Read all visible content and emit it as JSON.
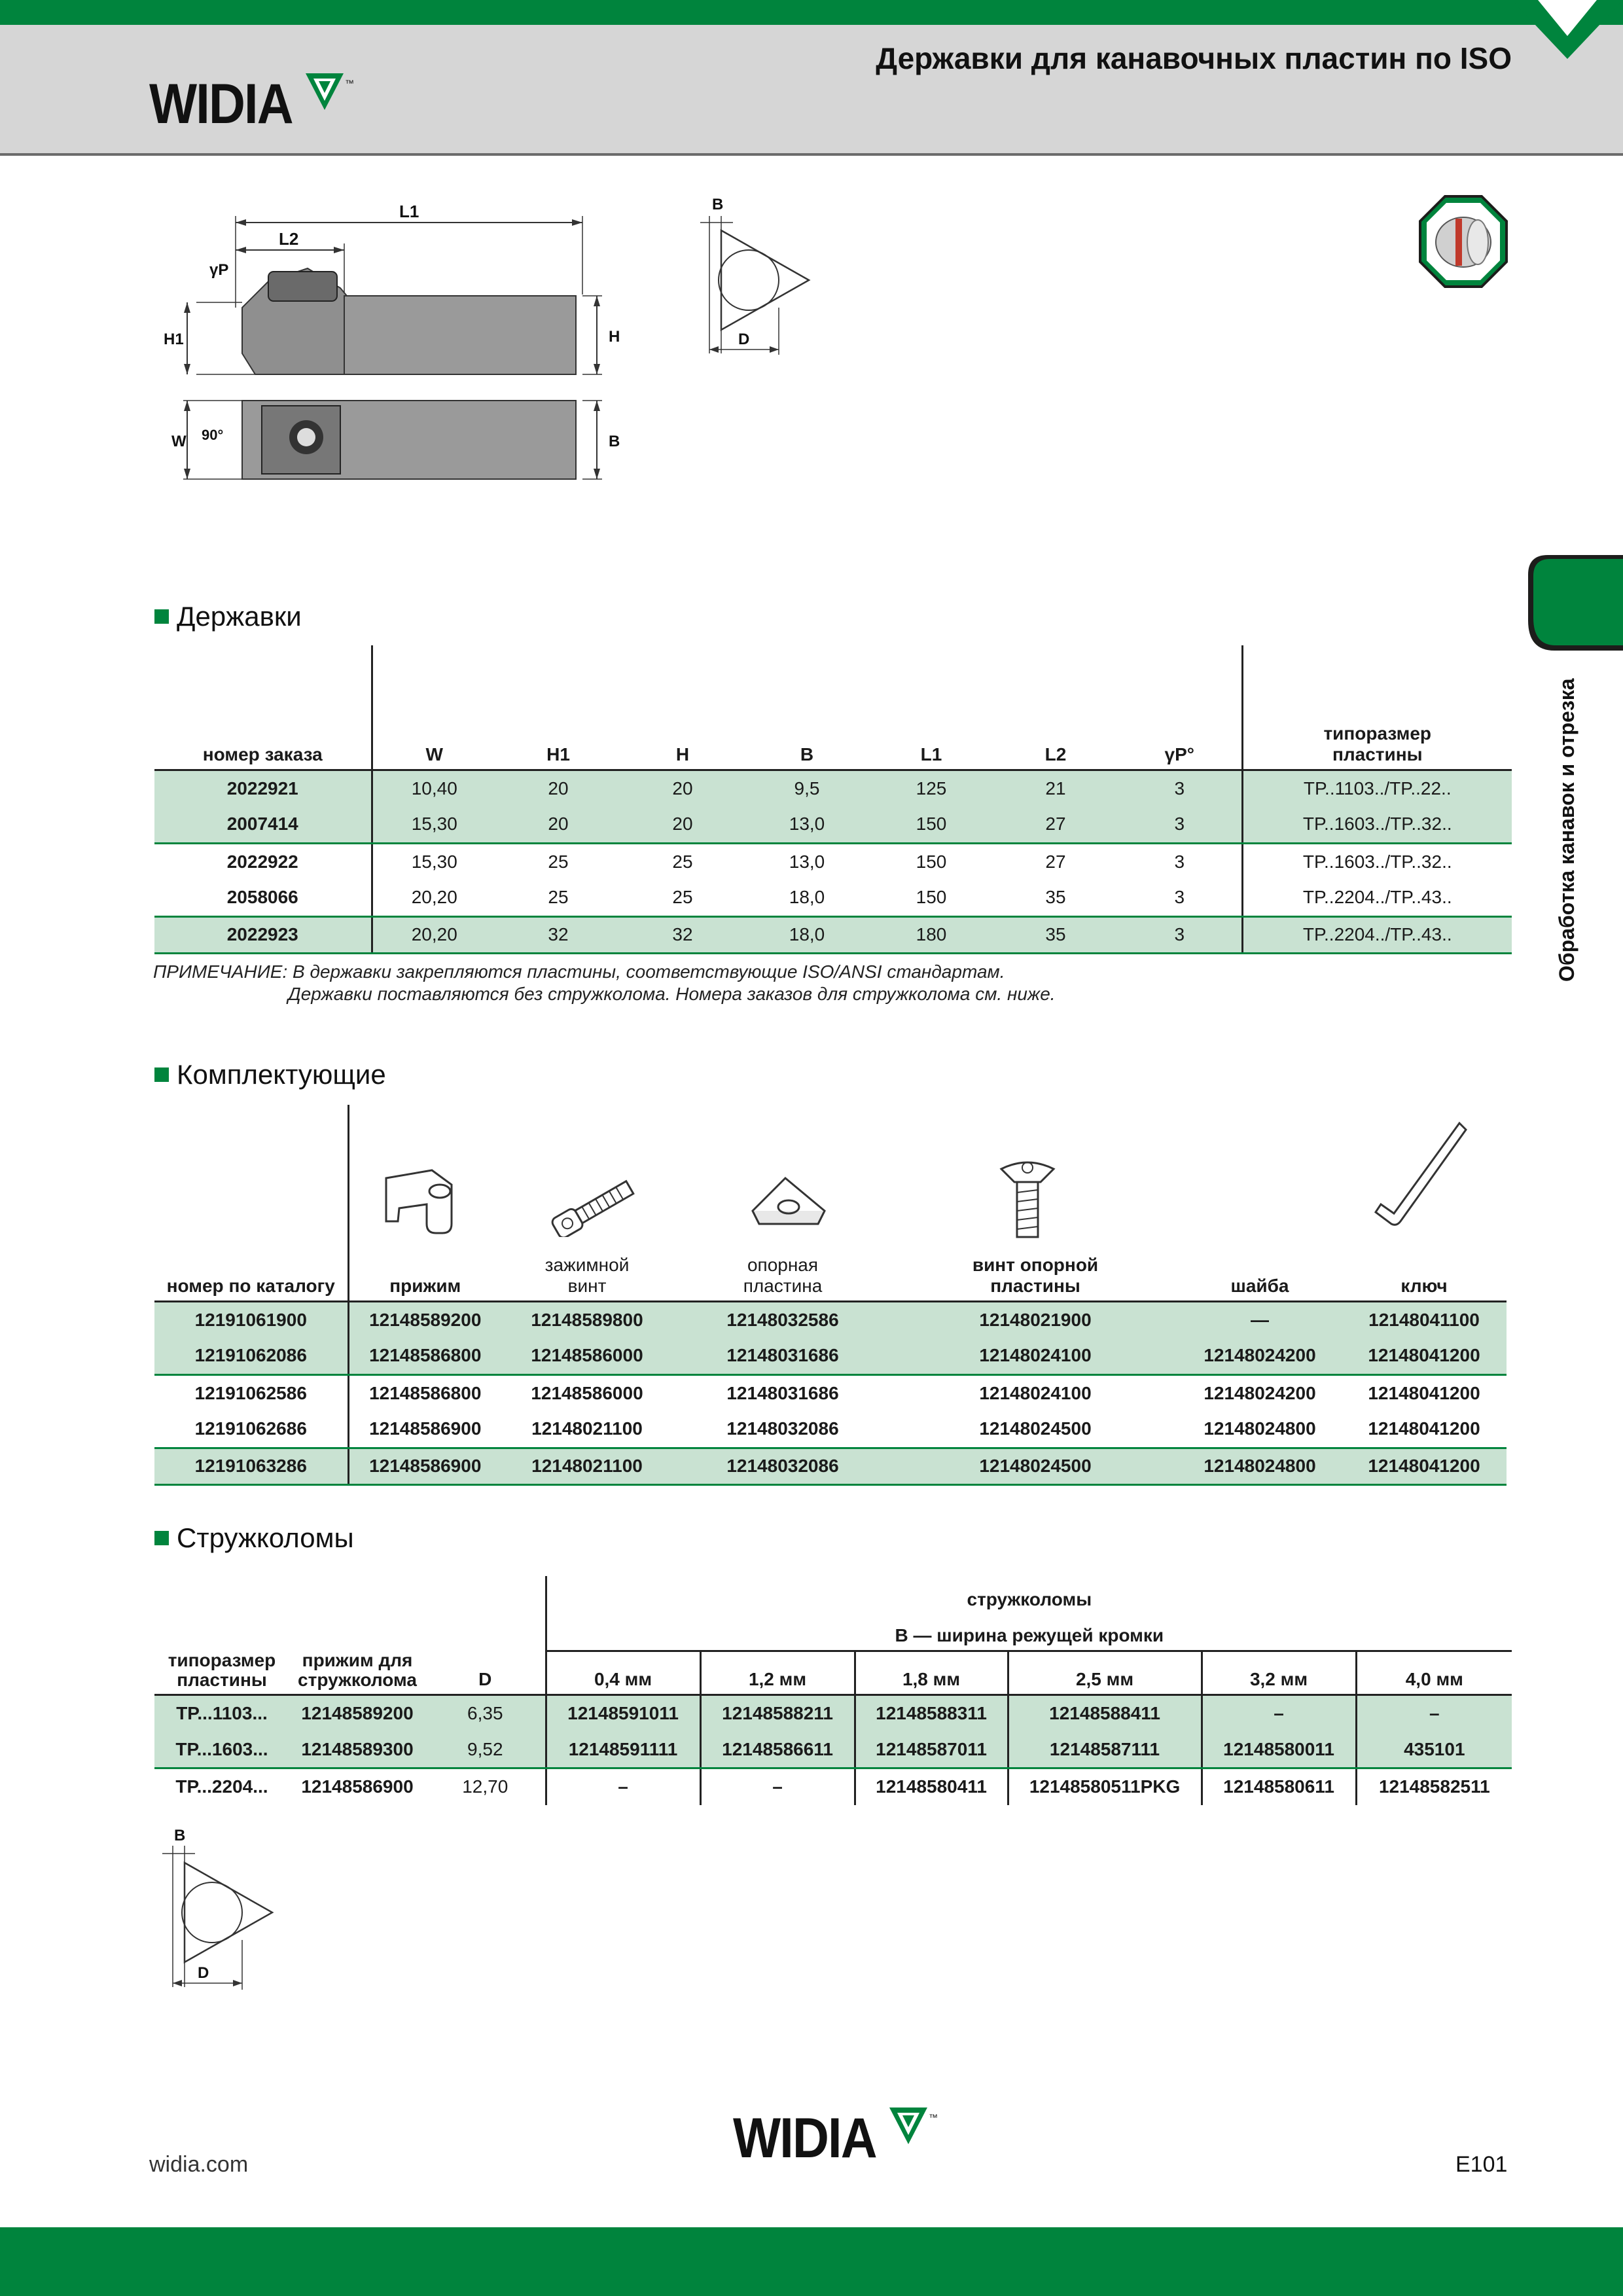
{
  "header": {
    "title": "Державки для канавочных пластин по ISO",
    "logo_text": "WIDIA"
  },
  "side_tab": {
    "label": "Обработка канавок и отрезка"
  },
  "diagram_labels": {
    "L1": "L1",
    "L2": "L2",
    "gamma_p": "γP",
    "H1": "H1",
    "H": "H",
    "W": "W",
    "angle": "90°",
    "B": "B",
    "D": "D"
  },
  "holders": {
    "title": "Державки",
    "columns": [
      "номер заказа",
      "W",
      "H1",
      "H",
      "B",
      "L1",
      "L2",
      "γP°",
      "типоразмер пластины"
    ],
    "rows": [
      [
        "2022921",
        "10,40",
        "20",
        "20",
        "9,5",
        "125",
        "21",
        "3",
        "TP..1103../TP..22.."
      ],
      [
        "2007414",
        "15,30",
        "20",
        "20",
        "13,0",
        "150",
        "27",
        "3",
        "TP..1603../TP..32.."
      ],
      [
        "2022922",
        "15,30",
        "25",
        "25",
        "13,0",
        "150",
        "27",
        "3",
        "TP..1603../TP..32.."
      ],
      [
        "2058066",
        "20,20",
        "25",
        "25",
        "18,0",
        "150",
        "35",
        "3",
        "TP..2204../TP..43.."
      ],
      [
        "2022923",
        "20,20",
        "32",
        "32",
        "18,0",
        "180",
        "35",
        "3",
        "TP..2204../TP..43.."
      ]
    ],
    "note_line1": "ПРИМЕЧАНИЕ: В державки закрепляются пластины, соответствующие ISO/ANSI стандартам.",
    "note_line2": "Державки поставляются без стружколома. Номера заказов для стружколома см. ниже."
  },
  "accessories": {
    "title": "Комплектующие",
    "columns": [
      "номер по каталогу",
      "прижим",
      "зажимной винт",
      "опорная пластина",
      "винт опорной пластины",
      "шайба",
      "ключ"
    ],
    "rows": [
      [
        "12191061900",
        "12148589200",
        "12148589800",
        "12148032586",
        "12148021900",
        "—",
        "12148041100"
      ],
      [
        "12191062086",
        "12148586800",
        "12148586000",
        "12148031686",
        "12148024100",
        "12148024200",
        "12148041200"
      ],
      [
        "12191062586",
        "12148586800",
        "12148586000",
        "12148031686",
        "12148024100",
        "12148024200",
        "12148041200"
      ],
      [
        "12191062686",
        "12148586900",
        "12148021100",
        "12148032086",
        "12148024500",
        "12148024800",
        "12148041200"
      ],
      [
        "12191063286",
        "12148586900",
        "12148021100",
        "12148032086",
        "12148024500",
        "12148024800",
        "12148041200"
      ]
    ]
  },
  "chipbreakers": {
    "title": "Стружколомы",
    "group_title": "стружколомы",
    "group_subtitle": "B — ширина режущей кромки",
    "columns": [
      "типоразмер пластины",
      "прижим для стружколома",
      "D",
      "0,4 мм",
      "1,2 мм",
      "1,8 мм",
      "2,5 мм",
      "3,2 мм",
      "4,0 мм"
    ],
    "rows": [
      [
        "TP...1103...",
        "12148589200",
        "6,35",
        "12148591011",
        "12148588211",
        "12148588311",
        "12148588411",
        "–",
        "–"
      ],
      [
        "TP...1603...",
        "12148589300",
        "9,52",
        "12148591111",
        "12148586611",
        "12148587011",
        "12148587111",
        "12148580011",
        "435101"
      ],
      [
        "TP...2204...",
        "12148586900",
        "12,70",
        "–",
        "–",
        "12148580411",
        "12148580511PKG",
        "12148580611",
        "12148582511"
      ]
    ]
  },
  "footer": {
    "url": "widia.com",
    "page": "E101"
  }
}
